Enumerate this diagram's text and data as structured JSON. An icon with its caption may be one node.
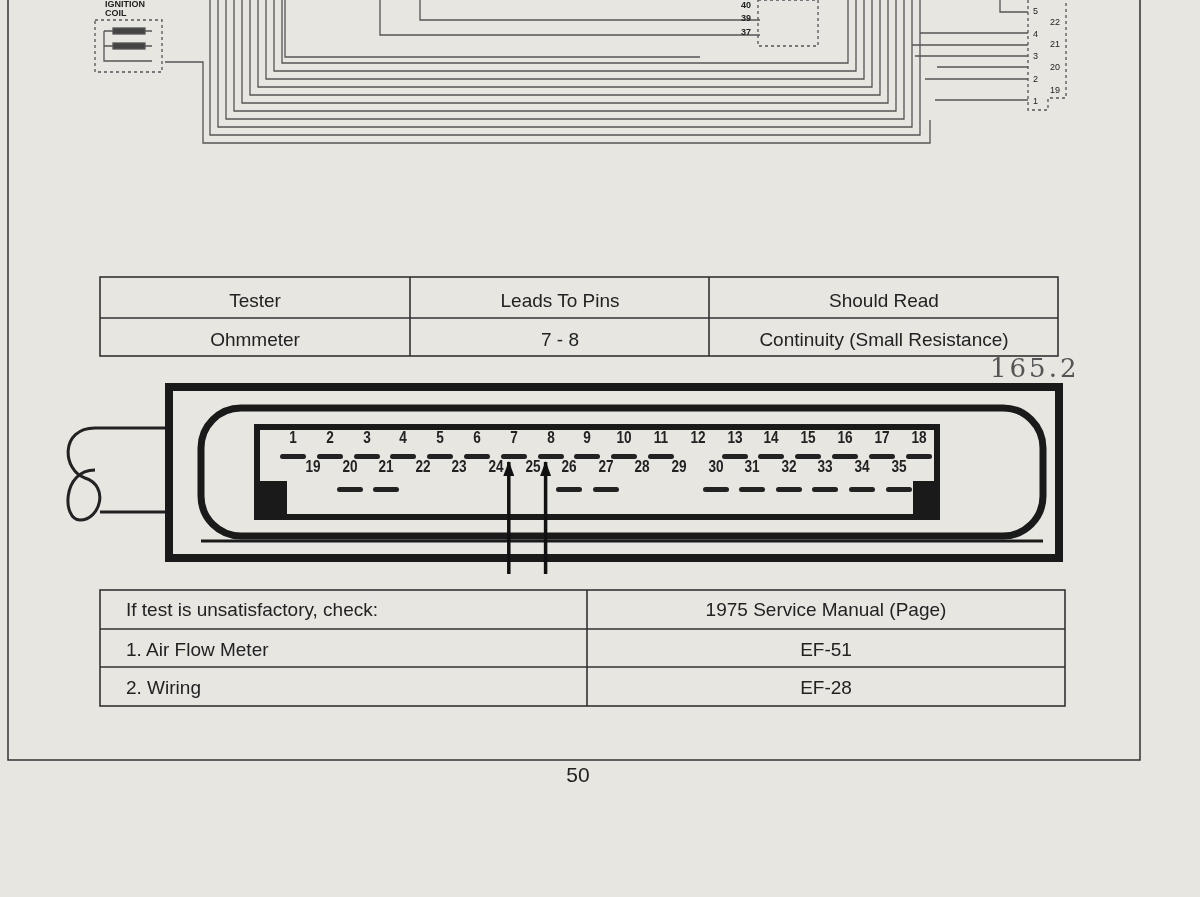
{
  "diagram": {
    "nodes": [
      {
        "text": [],
        "shape": "box"
      },
      {
        "text": [
          "1"
        ],
        "in": 0
      },
      {
        "text": [
          "2"
        ],
        "in": 0
      },
      {
        "text": [
          "3"
        ],
        "in": 0
      },
      {
        "text": [
          "4"
        ],
        "in": 0
      },
      {
        "text": [
          "5"
        ],
        "in": 0
      },
      {
        "text": [
          "6"
        ],
        "in": 0
      },
      {
        "text": [
          "7"
        ],
        "in": 0
      },
      {
        "text": [
          "8"
        ],
        "in": 0
      },
      {
        "text": [
          "9"
        ],
        "in": 0
      },
      {
        "text": [
          "10"
        ],
        "in": 0
      },
      {
        "text": [
          "11"
        ],
        "in": 0
      },
      {
        "text": [
          "12"
        ],
        "in": 0
      },
      {
        "text": [
          "13"
        ],
        "in": 0
      },
      {
        "text": [
          "14"
        ],
        "in": 0
      },
      {
        "text": [
          "15"
        ],
        "in": 0
      },
      {
        "text": [
          "16"
        ],
        "in": 0
      },
      {
        "text": [
          "17"
        ],
        "in": 0
      },
      {
        "text": [
          "18"
        ],
        "in": 0
      },
      {
        "text": [
          "19"
        ],
        "in": 0
      },
      {
        "text": [
          "20"
        ],
        "in": 0
      },
      {
        "text": [
          "21"
        ],
        "in": 0
      },
      {
        "text": [
          "22"
        ],
        "in": 0
      },
      {
        "text": [
          "23"
        ],
        "in": 0
      },
      {
        "text": [
          "24"
        ],
        "in": 0
      },
      {
        "text": [
          "25"
        ],
        "in": 0
      },
      {
        "text": [
          "26"
        ],
        "in": 0
      },
      {
        "text": [
          "27"
        ],
        "in": 0
      },
      {
        "text": [
          "28"
        ],
        "in": 0
      },
      {
        "text": [
          "29"
        ],
        "in": 0
      },
      {
        "text": [
          "30"
        ],
        "in": 0
      },
      {
        "text": [
          "31"
        ],
        "in": 0
      },
      {
        "text": [
          "32"
        ],
        "in": 0
      },
      {
        "text": [
          "33"
        ],
        "in": 0
      },
      {
        "text": [
          "34"
        ],
        "in": 0
      },
      {
        "text": [
          "35"
        ],
        "in": 0
      }
    ],
    "edges": [
      {
        "from": null,
        "to": 7,
        "arrow": "to"
      },
      {
        "from": null,
        "to": 8,
        "arrow": "to"
      }
    ],
    "labels": [
      "IGNITION COIL",
      "40",
      "39",
      "37",
      "5",
      "22",
      "4",
      "21",
      "3",
      "20",
      "2",
      "19",
      "1",
      "Tester",
      "Leads To Pins",
      "Should Read",
      "Ohmmeter",
      "7 - 8",
      "Continuity (Small Resistance)",
      "165.2",
      "If test is unsatisfactory, check:",
      "1975 Service Manual (Page)",
      "1. Air Flow Meter",
      "EF-51",
      "2. Wiring",
      "EF-28",
      "50"
    ]
  }
}
